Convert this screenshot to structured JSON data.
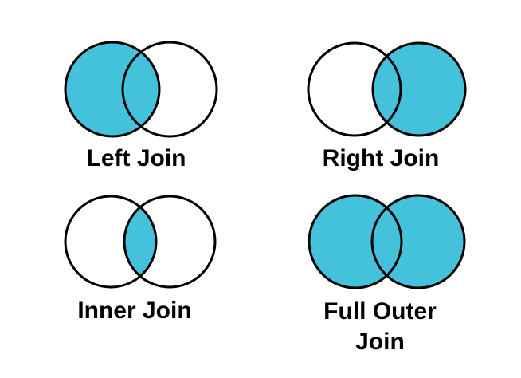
{
  "colors": {
    "fill": "#45C2DB",
    "stroke": "#000000",
    "text": "#000000",
    "background": "#FFFFFF"
  },
  "diagrams": [
    {
      "label": "Left Join",
      "filled": "left"
    },
    {
      "label": "Right Join",
      "filled": "right"
    },
    {
      "label": "Inner Join",
      "filled": "intersection"
    },
    {
      "label": "Full Outer\nJoin",
      "filled": "both"
    }
  ]
}
